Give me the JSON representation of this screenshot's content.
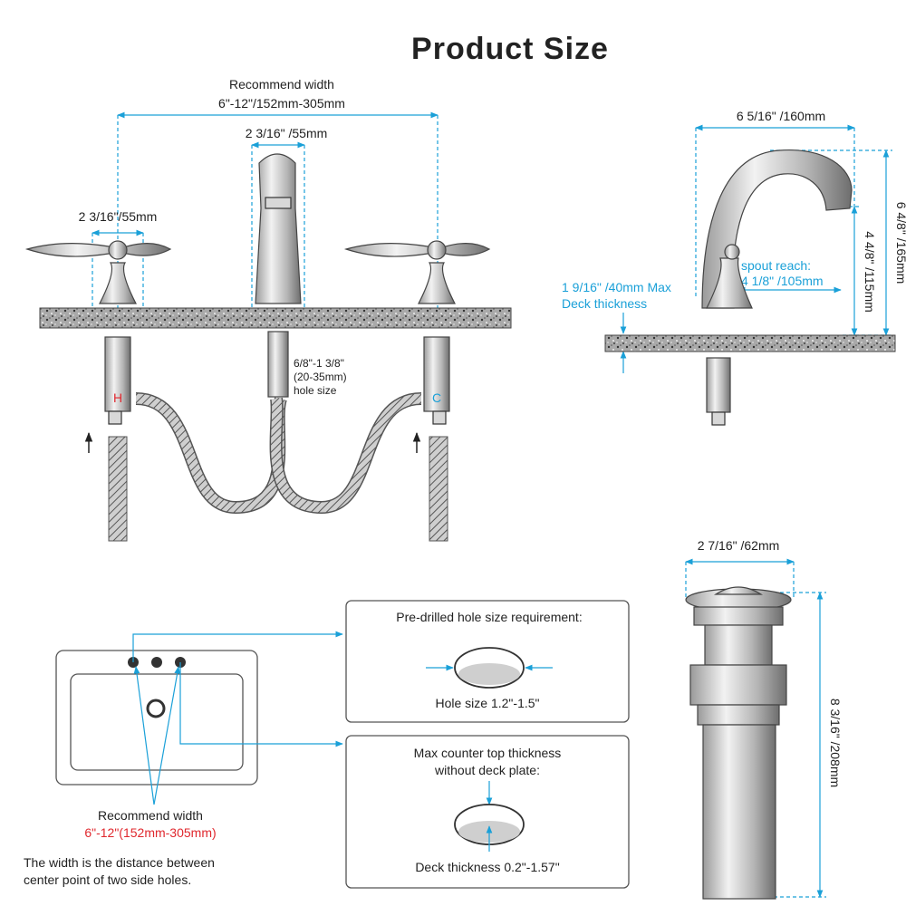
{
  "title": "Product Size",
  "front_view": {
    "recommend_width_label": "Recommend width",
    "recommend_width_value": "6\"-12\"/152mm-305mm",
    "spout_base_width": "2 3/16\" /55mm",
    "handle_base_width": "2 3/16\"/55mm",
    "hole_size_line1": "6/8\"-1 3/8\"",
    "hole_size_line2": "(20-35mm)",
    "hole_size_line3": "hole size",
    "hot_mark": "H",
    "cold_mark": "C"
  },
  "side_view": {
    "spout_length": "6 5/16\" /160mm",
    "total_height": "6 4/8\" /165mm",
    "spout_height": "4 4/8\" /115mm",
    "spout_reach_line1": "spout reach:",
    "spout_reach_line2": "4 1/8\" /105mm",
    "deck_line1": "1 9/16\" /40mm Max",
    "deck_line2": "Deck thickness"
  },
  "drain": {
    "width": "2 7/16\" /62mm",
    "height": "8 3/16\" /208mm"
  },
  "hole_box": {
    "heading": "Pre-drilled hole size requirement:",
    "caption": "Hole size 1.2\"-1.5\""
  },
  "thickness_box": {
    "heading_line1": "Max counter top thickness",
    "heading_line2": "without deck plate:",
    "caption": "Deck thickness 0.2\"-1.57\""
  },
  "sink": {
    "recommend_label": "Recommend width",
    "recommend_value": "6\"-12\"(152mm-305mm)",
    "note_line1": "The width is the distance between",
    "note_line2": "center point of two side holes."
  },
  "colors": {
    "accent": "#1aa0d8",
    "hot": "#e0282e",
    "ink": "#222222"
  }
}
